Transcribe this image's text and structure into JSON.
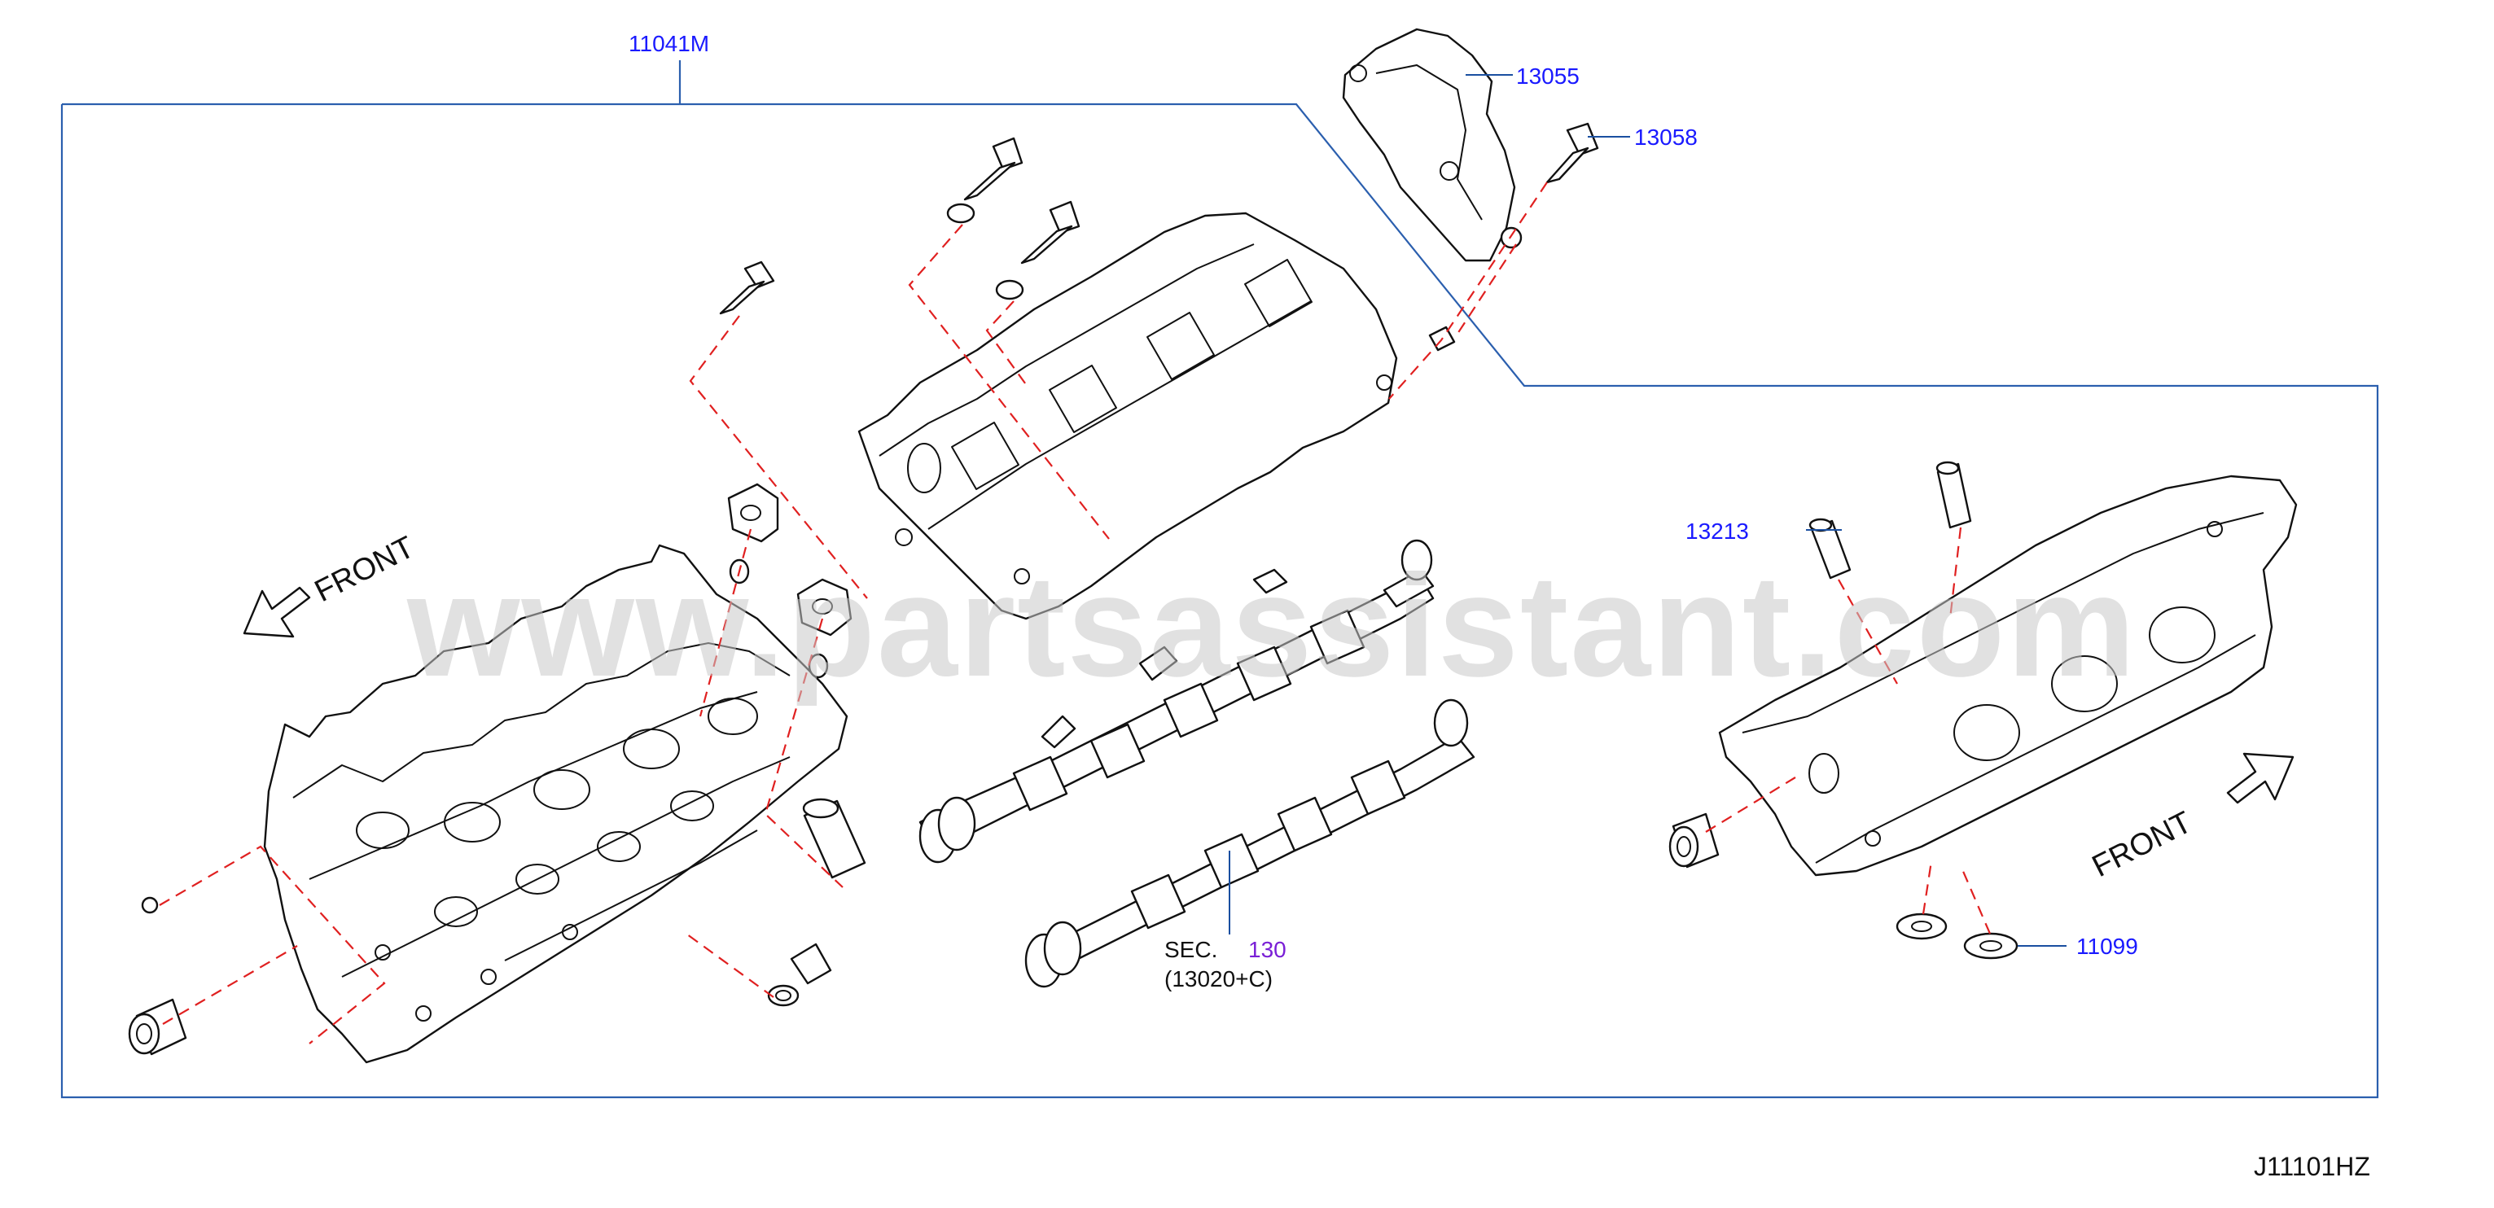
{
  "watermark": "www.partsassistant.com",
  "diagram_code": "J11101HZ",
  "callouts": {
    "cylinder_head_assembly": "11041M",
    "bracket": "13055",
    "bracket_bolt": "13058",
    "guide_pin": "13213",
    "seal_washer": "11099"
  },
  "section_ref": {
    "prefix": "SEC.",
    "number": "130",
    "detail": "(13020+C)"
  },
  "front_labels": {
    "left": "FRONT",
    "right": "FRONT"
  },
  "colors": {
    "callout_text": "#1a1aff",
    "section_number": "#7a1fd6",
    "frame_line": "#2b5fae",
    "dashed_line": "#e02020",
    "watermark": "#c8c8c8"
  }
}
